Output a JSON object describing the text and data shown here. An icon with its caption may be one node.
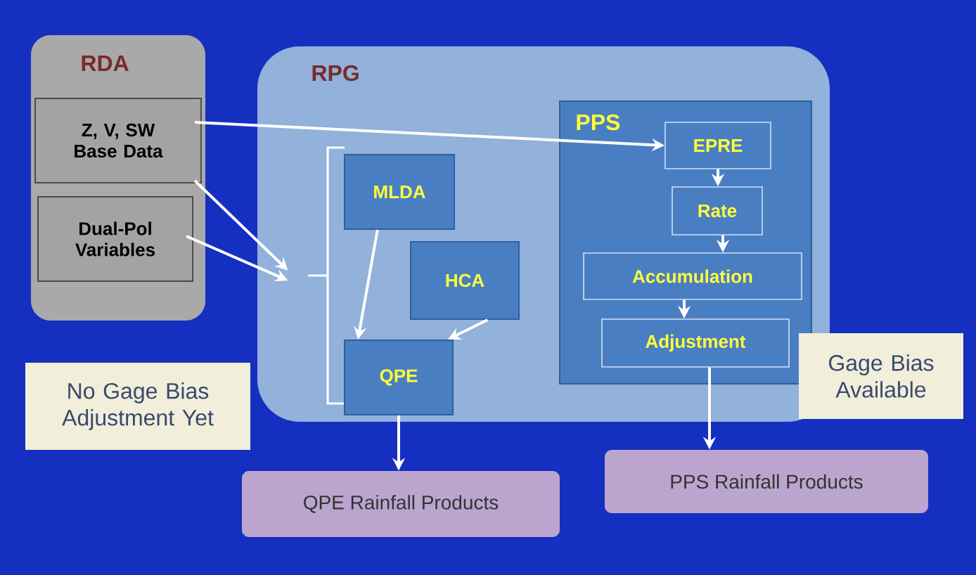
{
  "diagram": {
    "nodes": [
      {
        "text": [
          "RDA"
        ]
      },
      {
        "text": [
          "Z, V, SW Base Data"
        ],
        "in": 0
      },
      {
        "text": [
          "Dual-Pol Variables"
        ],
        "in": 0
      },
      {
        "text": [
          "RPG"
        ]
      },
      {
        "text": [],
        "shape": "bracket",
        "in": 3
      },
      {
        "text": [
          "MLDA"
        ],
        "in": 3
      },
      {
        "text": [
          "HCA"
        ],
        "in": 3
      },
      {
        "text": [
          "QPE"
        ],
        "in": 3
      },
      {
        "text": [
          "PPS"
        ],
        "in": 3
      },
      {
        "text": [
          "EPRE"
        ],
        "in": 8
      },
      {
        "text": [
          "Rate"
        ],
        "in": 8
      },
      {
        "text": [
          "Accumulation"
        ],
        "in": 8
      },
      {
        "text": [
          "Adjustment"
        ],
        "in": 8
      },
      {
        "text": [
          "No Gage Bias Adjustment Yet"
        ]
      },
      {
        "text": [
          "Gage Bias Available"
        ]
      },
      {
        "text": [
          "QPE Rainfall Products"
        ]
      },
      {
        "text": [
          "PPS Rainfall Products"
        ]
      }
    ],
    "edges": [
      {
        "from": 1,
        "to": 9,
        "arrow": "to"
      },
      {
        "from": 1,
        "to": 4,
        "arrow": "to"
      },
      {
        "from": 2,
        "to": 4,
        "arrow": "to"
      },
      {
        "from": 5,
        "to": 7,
        "arrow": "to"
      },
      {
        "from": 6,
        "to": 7,
        "arrow": "to"
      },
      {
        "from": 9,
        "to": 10,
        "arrow": "to"
      },
      {
        "from": 10,
        "to": 11,
        "arrow": "to"
      },
      {
        "from": 11,
        "to": 12,
        "arrow": "to"
      },
      {
        "from": 7,
        "to": 15,
        "arrow": "to"
      },
      {
        "from": 12,
        "to": 16,
        "arrow": "to"
      }
    ]
  }
}
